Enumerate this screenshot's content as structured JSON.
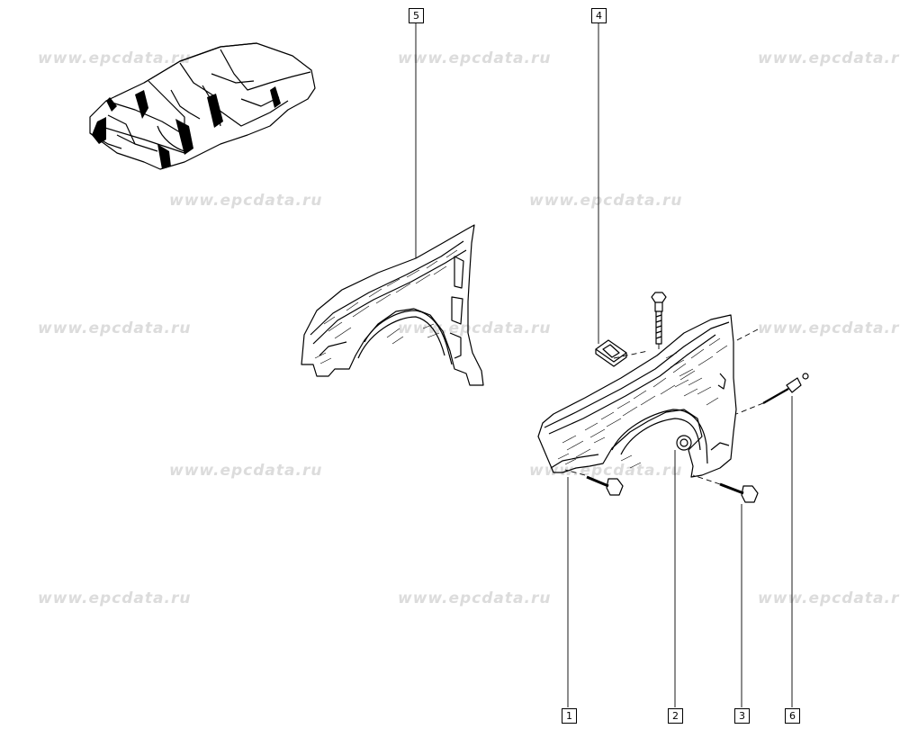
{
  "watermark_text": "www.epcdata.ru",
  "callouts": [
    {
      "id": "1"
    },
    {
      "id": "2"
    },
    {
      "id": "3"
    },
    {
      "id": "4"
    },
    {
      "id": "5"
    },
    {
      "id": "6"
    }
  ],
  "colors": {
    "line": "#000000",
    "watermark": "#dcdcdc",
    "background": "#ffffff"
  }
}
